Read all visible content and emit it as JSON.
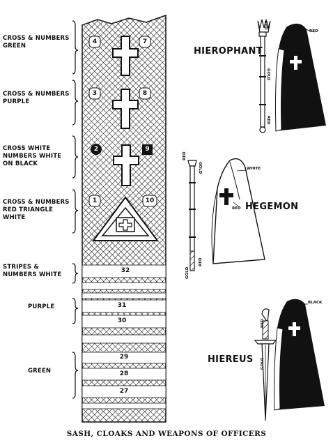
{
  "sash_labels": [
    {
      "text": "CROSS & NUMBERS GREEN"
    },
    {
      "text": "CROSS & NUMBERS PURPLE"
    },
    {
      "text": "CROSS WHITE NUMBERS WHITE ON BLACK"
    },
    {
      "text": "CROSS & NUMBERS RED TRIANGLE WHITE"
    },
    {
      "text": "STRIPES & NUMBERS WHITE"
    },
    {
      "text": "PURPLE"
    },
    {
      "text": "GREEN"
    }
  ],
  "sash_numbers": {
    "row1_left": "4",
    "row1_right": "7",
    "row2_left": "3",
    "row2_right": "8",
    "row3_left": "2",
    "row3_right": "9",
    "row4_left": "1",
    "row4_right": "10",
    "stripe_32": "32",
    "stripe_31": "31",
    "stripe_30": "30",
    "stripe_29": "29",
    "stripe_28": "28",
    "stripe_27": "27"
  },
  "officers": {
    "hierophant": "HIEROPHANT",
    "hegemon": "HEGEMON",
    "hiereus": "HIEREUS"
  },
  "annotations": {
    "red": "RED",
    "gold": "GOLD",
    "white": "WHITE",
    "black": "BLACK"
  },
  "caption": "SASH, CLOAKS AND WEAPONS OF OFFICERS"
}
